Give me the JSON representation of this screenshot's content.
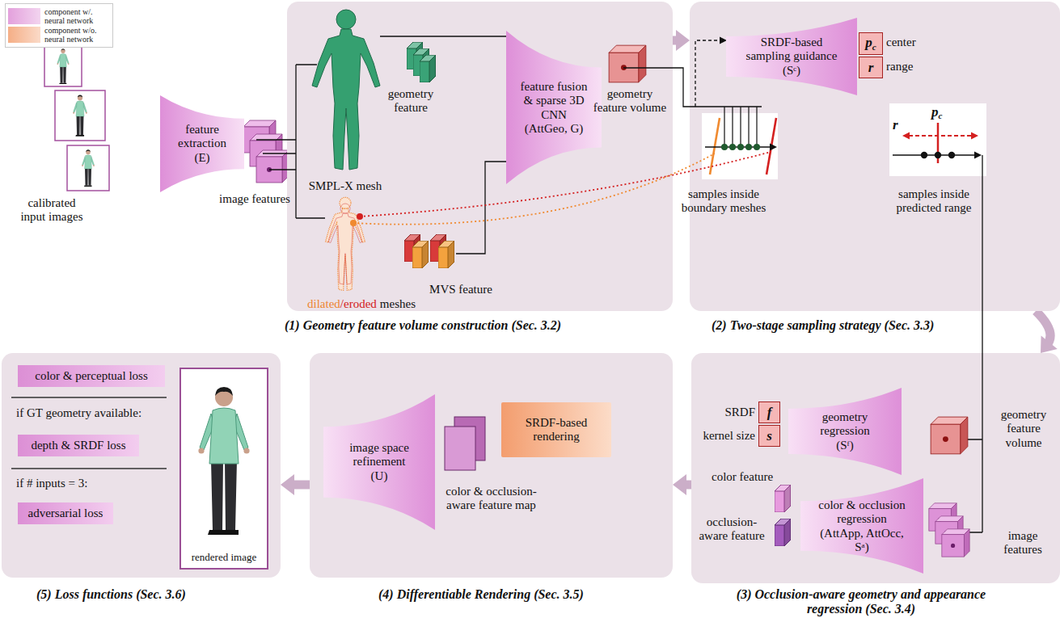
{
  "diagram": {
    "nodes": [
      {
        "text": [
          "feature extraction",
          "(E)"
        ]
      },
      {
        "text": [
          "(1) Geometry feature volume construction (Sec. 3.2)"
        ]
      },
      {
        "text": [
          "feature fusion & sparse 3D CNN",
          "(AttGeo, G)"
        ],
        "in": 1
      },
      {
        "text": [
          "(2) Two-stage sampling strategy (Sec. 3.3)"
        ]
      },
      {
        "text": [
          "SRDF-based sampling guidance",
          "(Sᶜ)"
        ],
        "in": 3
      },
      {
        "text": [
          "p",
          "c"
        ],
        "in": 3
      },
      {
        "text": [
          "r"
        ],
        "in": 3
      },
      {
        "text": [
          "(3) Occlusion-aware geometry and appearance regression (Sec. 3.4)"
        ]
      },
      {
        "text": [
          "f"
        ],
        "in": 7
      },
      {
        "text": [
          "s"
        ],
        "in": 7
      },
      {
        "text": [
          "geometry regression",
          "(Sᶠ)"
        ],
        "in": 7
      },
      {
        "text": [
          "color & occlusion regression",
          "(AttApp, AttOcc, Sᵃ)"
        ],
        "in": 7
      },
      {
        "text": [
          "(4) Differentiable Rendering (Sec. 3.5)"
        ]
      },
      {
        "text": [
          "image space refinement",
          "(U)"
        ],
        "in": 12
      },
      {
        "text": [
          "SRDF-based rendering"
        ],
        "in": 12
      },
      {
        "text": [
          "(5) Loss functions (Sec. 3.6)"
        ]
      },
      {
        "text": [
          "color & perceptual loss"
        ],
        "in": 15
      },
      {
        "text": [
          "depth & SRDF loss"
        ],
        "in": 15
      },
      {
        "text": [
          "adversarial loss"
        ],
        "in": 15
      },
      {
        "text": [
          "rendered image"
        ],
        "in": 15
      }
    ],
    "edges": [
      {
        "from": 1,
        "to": 3,
        "arrow": "to"
      },
      {
        "from": 3,
        "to": 7,
        "arrow": "to"
      },
      {
        "from": 7,
        "to": 12,
        "arrow": "to"
      },
      {
        "from": 12,
        "to": 15,
        "arrow": "to"
      }
    ],
    "labels": [
      "calibrated input images",
      "image features",
      "SMPL-X mesh",
      "geometry feature",
      "dilated",
      "/eroded",
      "meshes",
      "MVS feature",
      "geometry feature volume",
      "center",
      "range",
      "samples inside boundary meshes",
      "r",
      "p",
      "c",
      "samples inside predicted range",
      "SRDF",
      "kernel size",
      "geometry feature volume",
      "color feature",
      "occlusion-aware feature",
      "image features",
      "color & occlusion-aware feature map",
      "if GT geometry available:",
      "if # inputs = 3:"
    ],
    "legend": [
      {
        "text": "component w/. neural network",
        "color": "#e3a0dc"
      },
      {
        "text": "component w/o. neural network",
        "color": "#f5ae86"
      }
    ]
  }
}
